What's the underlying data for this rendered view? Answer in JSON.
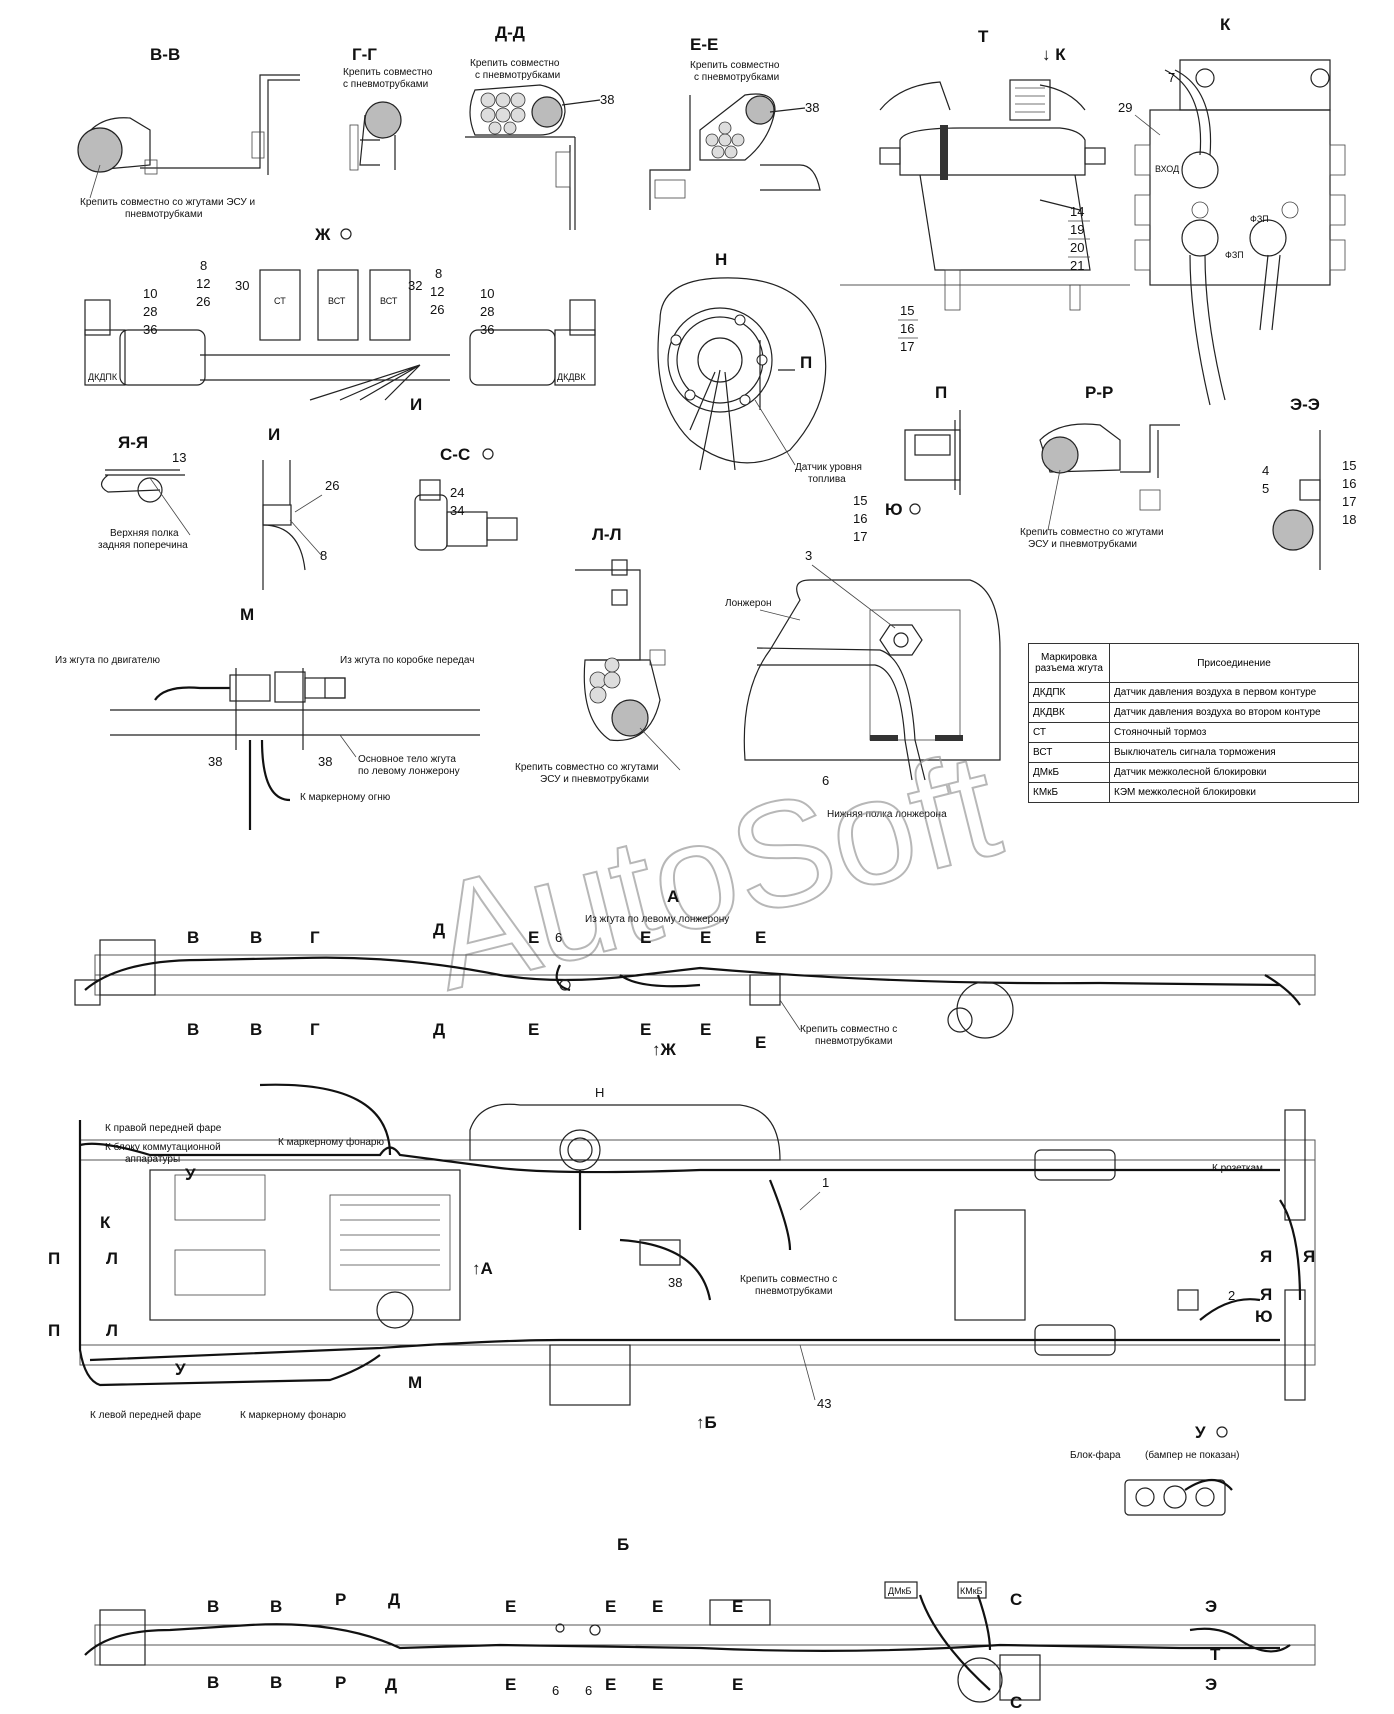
{
  "sections": {
    "vv": "В-В",
    "gg": "Г-Г",
    "dd": "Д-Д",
    "ee": "Е-Е",
    "t": "Т",
    "k_arrow": "↓ К",
    "k": "К",
    "zh": "Ж",
    "n": "Н",
    "p": "П",
    "rr": "Р-Р",
    "ee2": "Э-Э",
    "yaya": "Я-Я",
    "i": "И",
    "ss": "С-С",
    "yu": "Ю",
    "ll": "Л-Л",
    "m": "М",
    "a": "А",
    "u": "У",
    "b": "Б"
  },
  "notes": {
    "fix_esu_1": "Крепить совместно со жгутами ЭСУ и",
    "fix_esu_2": "пневмотрубками",
    "fix_pneumo_1": "Крепить совместно",
    "fix_pneumo_2": "с пневмотрубками",
    "fix_pneumo_c": "Крепить совместно с",
    "fix_pneumo_c2": "пневмотрубками",
    "fix_esu_rr_1": "Крепить совместно со жгутами",
    "fix_esu_rr_2": "ЭСУ и пневмотрубками",
    "fuel_sensor_1": "Датчик уровня",
    "fuel_sensor_2": "топлива",
    "upper_shelf_1": "Верхняя полка",
    "upper_shelf_2": "задняя поперечина",
    "longeron": "Лонжерон",
    "lower_shelf": "Нижняя полка лонжерона",
    "from_engine": "Из жгута по двигателю",
    "from_gearbox": "Из жгута по коробке передач",
    "main_body_1": "Основное тело жгута",
    "main_body_2": "по левому лонжерону",
    "to_marker": "К маркерному огню",
    "from_left_long": "Из жгута по левому лонжерону",
    "to_right_headlight": "К правой передней фаре",
    "to_switch_block_1": "К блоку коммутационной",
    "to_switch_block_2": "аппаратуры",
    "to_marker_lamp": "К маркерному фонарю",
    "to_left_headlight": "К левой передней фаре",
    "to_sockets": "К розеткам",
    "block_headlight": "Блок-фара",
    "bumper_not_shown": "(бампер не показан)",
    "entry": "ВХОД",
    "fzp": "ФЗП",
    "watermark": "AutoSoft"
  },
  "connector_tags": {
    "dkdpk": "ДКДПК",
    "dkdvk": "ДКДВК",
    "st": "СТ",
    "vst": "ВСТ",
    "dmkb": "ДМкБ",
    "kmkb": "КМкБ"
  },
  "numbers": {
    "n38": "38",
    "n7": "7",
    "n29": "29",
    "n14": "14",
    "n19": "19",
    "n20": "20",
    "n21": "21",
    "n15": "15",
    "n16": "16",
    "n17": "17",
    "n10": "10",
    "n28": "28",
    "n36": "36",
    "n8": "8",
    "n12": "12",
    "n26": "26",
    "n30": "30",
    "n32": "32",
    "n13": "13",
    "n24": "24",
    "n34": "34",
    "n3": "3",
    "n4": "4",
    "n5": "5",
    "n18": "18",
    "n6": "6",
    "n1": "1",
    "n2": "2",
    "n43": "43"
  },
  "legend": {
    "header_marking": "Маркировка разъема жгута",
    "header_connection": "Присоединение",
    "rows": [
      {
        "code": "ДКДПК",
        "desc": "Датчик давления воздуха в первом контуре"
      },
      {
        "code": "ДКДВК",
        "desc": "Датчик давления воздуха во втором контуре"
      },
      {
        "code": "СТ",
        "desc": "Стояночный тормоз"
      },
      {
        "code": "ВСТ",
        "desc": "Выключатель сигнала торможения"
      },
      {
        "code": "ДМкБ",
        "desc": "Датчик межколесной блокировки"
      },
      {
        "code": "КМкБ",
        "desc": "КЭМ межколесной блокировки"
      }
    ]
  },
  "view_letters": {
    "V": "В",
    "G": "Г",
    "D": "Д",
    "E": "Е",
    "P": "П",
    "L": "Л",
    "K": "К",
    "U": "У",
    "YA": "Я",
    "YU": "Ю",
    "R": "Р",
    "S": "С",
    "EE": "Э",
    "T": "Т",
    "ZH": "↑Ж",
    "A": "↑А",
    "B": "↑Б",
    "M": "М"
  }
}
